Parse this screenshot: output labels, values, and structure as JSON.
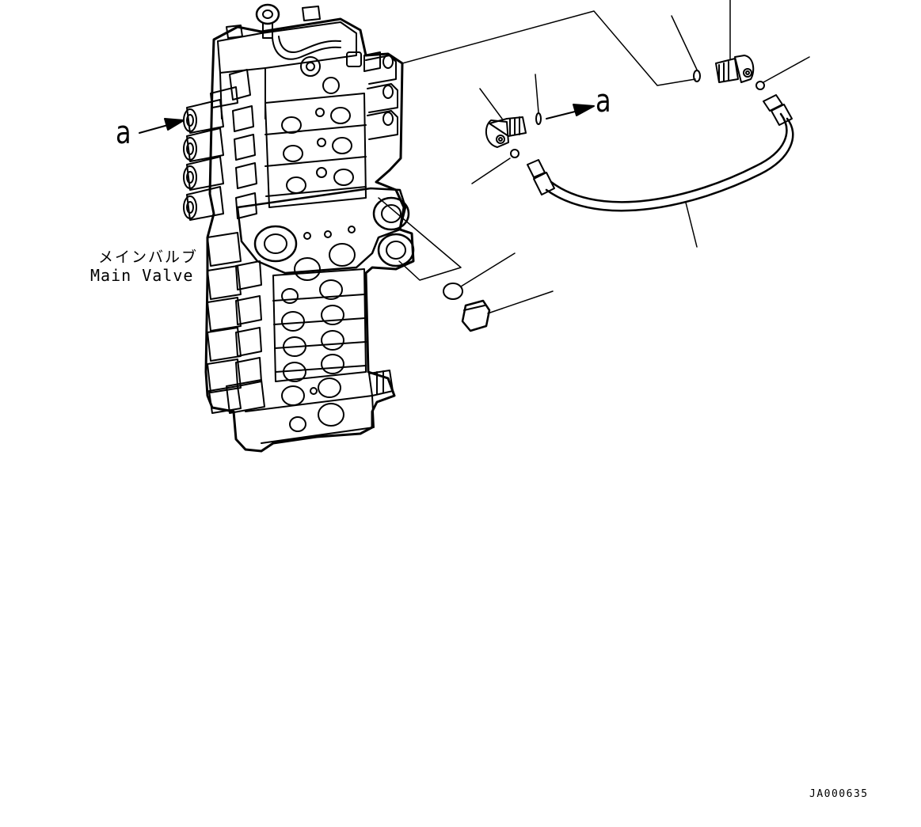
{
  "labels": {
    "view_mark_left": "a",
    "view_mark_right": "a",
    "component_name_jp": "メインバルブ",
    "component_name_en": "Main Valve",
    "drawing_code": "JA000635"
  },
  "colors": {
    "ink": "#000000",
    "paper": "#ffffff"
  }
}
